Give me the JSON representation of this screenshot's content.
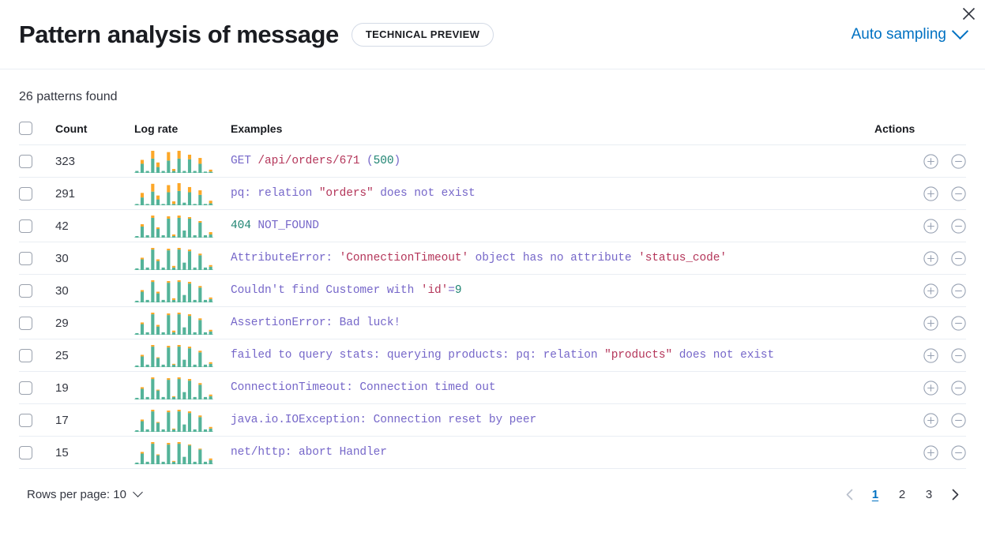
{
  "header": {
    "title": "Pattern analysis of message",
    "badge": "TECHNICAL PREVIEW",
    "sampling_label": "Auto sampling",
    "close_icon": "close-icon",
    "chevron_icon": "chevron-down-icon"
  },
  "summary": {
    "patterns_found": "26 patterns found"
  },
  "table": {
    "columns": {
      "select": "",
      "count": "Count",
      "log_rate": "Log rate",
      "examples": "Examples",
      "actions": "Actions"
    },
    "rows": [
      {
        "count": "323",
        "example_plain": "GET /api/orders/671 (500)",
        "tokens": [
          {
            "t": "GET ",
            "c": "def"
          },
          {
            "t": "/api/orders/671",
            "c": "str"
          },
          {
            "t": " (",
            "c": "def"
          },
          {
            "t": "500",
            "c": "num"
          },
          {
            "t": ")",
            "c": "def"
          }
        ],
        "spark": {
          "teal": [
            3,
            14,
            3,
            22,
            9,
            3,
            19,
            3,
            22,
            3,
            21,
            3,
            14,
            2,
            2
          ],
          "orange": [
            0,
            6,
            0,
            12,
            7,
            0,
            13,
            3,
            12,
            0,
            7,
            0,
            9,
            0,
            3
          ]
        }
      },
      {
        "count": "291",
        "example_plain": "pq: relation \"orders\" does not exist",
        "tokens": [
          {
            "t": "pq: relation ",
            "c": "def"
          },
          {
            "t": "\"orders\"",
            "c": "str"
          },
          {
            "t": " does not exist",
            "c": "def"
          }
        ],
        "spark": {
          "teal": [
            2,
            12,
            2,
            21,
            9,
            2,
            20,
            2,
            22,
            4,
            20,
            2,
            16,
            2,
            3
          ],
          "orange": [
            0,
            7,
            0,
            12,
            6,
            0,
            11,
            4,
            12,
            0,
            8,
            0,
            7,
            0,
            4
          ]
        }
      },
      {
        "count": "42",
        "example_plain": "404 NOT_FOUND",
        "tokens": [
          {
            "t": "404",
            "c": "num"
          },
          {
            "t": " NOT_FOUND",
            "c": "def"
          }
        ],
        "spark": {
          "teal": [
            2,
            14,
            3,
            25,
            11,
            3,
            24,
            2,
            25,
            9,
            24,
            3,
            19,
            3,
            4
          ],
          "orange": [
            0,
            3,
            0,
            3,
            2,
            0,
            3,
            2,
            3,
            0,
            2,
            0,
            2,
            0,
            3
          ]
        }
      },
      {
        "count": "30",
        "example_plain": "AttributeError: 'ConnectionTimeout' object has no attribute 'status_code'",
        "tokens": [
          {
            "t": "AttributeError: ",
            "c": "def"
          },
          {
            "t": "'ConnectionTimeout'",
            "c": "str"
          },
          {
            "t": " object has no attribute ",
            "c": "def"
          },
          {
            "t": "'status_code'",
            "c": "str"
          }
        ],
        "spark": {
          "teal": [
            2,
            13,
            3,
            25,
            11,
            3,
            24,
            3,
            25,
            9,
            23,
            3,
            18,
            3,
            4
          ],
          "orange": [
            0,
            2,
            0,
            2,
            2,
            0,
            2,
            2,
            2,
            0,
            2,
            0,
            2,
            0,
            2
          ]
        }
      },
      {
        "count": "30",
        "example_plain": "Couldn't find Customer with 'id'=9",
        "tokens": [
          {
            "t": "Couldn't find Customer with ",
            "c": "def"
          },
          {
            "t": "'id'",
            "c": "str"
          },
          {
            "t": "=",
            "c": "def"
          },
          {
            "t": "9",
            "c": "num"
          }
        ],
        "spark": {
          "teal": [
            2,
            13,
            3,
            25,
            11,
            3,
            24,
            3,
            25,
            9,
            23,
            3,
            18,
            3,
            4
          ],
          "orange": [
            0,
            2,
            0,
            2,
            2,
            0,
            2,
            2,
            2,
            0,
            2,
            0,
            2,
            0,
            2
          ]
        }
      },
      {
        "count": "29",
        "example_plain": "AssertionError: Bad luck!",
        "tokens": [
          {
            "t": "AssertionError: Bad luck!",
            "c": "def"
          }
        ],
        "spark": {
          "teal": [
            2,
            13,
            3,
            25,
            10,
            3,
            24,
            3,
            25,
            9,
            23,
            3,
            18,
            3,
            4
          ],
          "orange": [
            0,
            2,
            0,
            2,
            2,
            0,
            2,
            2,
            2,
            0,
            2,
            0,
            2,
            0,
            2
          ]
        }
      },
      {
        "count": "25",
        "example_plain": "failed to query stats: querying products: pq: relation \"products\" does not exist",
        "tokens": [
          {
            "t": "failed to query stats: querying products: pq: relation ",
            "c": "def"
          },
          {
            "t": "\"products\"",
            "c": "str"
          },
          {
            "t": " does not exist",
            "c": "def"
          }
        ],
        "spark": {
          "teal": [
            2,
            13,
            3,
            25,
            11,
            3,
            24,
            3,
            25,
            9,
            23,
            3,
            18,
            3,
            4
          ],
          "orange": [
            0,
            2,
            0,
            2,
            1,
            0,
            2,
            1,
            2,
            0,
            2,
            0,
            2,
            0,
            2
          ]
        }
      },
      {
        "count": "19",
        "example_plain": "ConnectionTimeout: Connection timed out",
        "tokens": [
          {
            "t": "ConnectionTimeout: Connection timed out",
            "c": "def"
          }
        ],
        "spark": {
          "teal": [
            2,
            13,
            3,
            25,
            11,
            3,
            24,
            3,
            25,
            9,
            23,
            3,
            18,
            3,
            4
          ],
          "orange": [
            0,
            2,
            0,
            2,
            1,
            0,
            2,
            1,
            2,
            0,
            2,
            0,
            2,
            0,
            2
          ]
        }
      },
      {
        "count": "17",
        "example_plain": "java.io.IOException: Connection reset by peer",
        "tokens": [
          {
            "t": "java.io.IOException: Connection reset by peer",
            "c": "def"
          }
        ],
        "spark": {
          "teal": [
            2,
            13,
            3,
            25,
            11,
            3,
            24,
            3,
            25,
            9,
            23,
            3,
            18,
            3,
            4
          ],
          "orange": [
            0,
            2,
            0,
            2,
            1,
            0,
            2,
            1,
            2,
            0,
            2,
            0,
            2,
            0,
            2
          ]
        }
      },
      {
        "count": "15",
        "example_plain": "net/http: abort Handler",
        "tokens": [
          {
            "t": "net/http: abort Handler",
            "c": "def"
          }
        ],
        "spark": {
          "teal": [
            2,
            13,
            3,
            25,
            11,
            3,
            24,
            3,
            25,
            9,
            23,
            3,
            18,
            3,
            5
          ],
          "orange": [
            0,
            2,
            0,
            2,
            1,
            0,
            2,
            1,
            2,
            0,
            1,
            0,
            1,
            0,
            2
          ]
        }
      }
    ],
    "row_actions": {
      "add_icon": "circle-plus-icon",
      "remove_icon": "circle-minus-icon"
    }
  },
  "footer": {
    "rows_per_page": "Rows per page: 10",
    "pages": [
      "1",
      "2",
      "3"
    ],
    "active_page": "1",
    "prev_icon": "chevron-left-icon",
    "next_icon": "chevron-right-icon"
  },
  "colors": {
    "link": "#0071c2",
    "spark_teal": "#54b399",
    "spark_orange": "#fca728",
    "token_default": "#7667c9",
    "token_string": "#b4365a",
    "token_number": "#1f8472",
    "border": "#e9edf3"
  }
}
